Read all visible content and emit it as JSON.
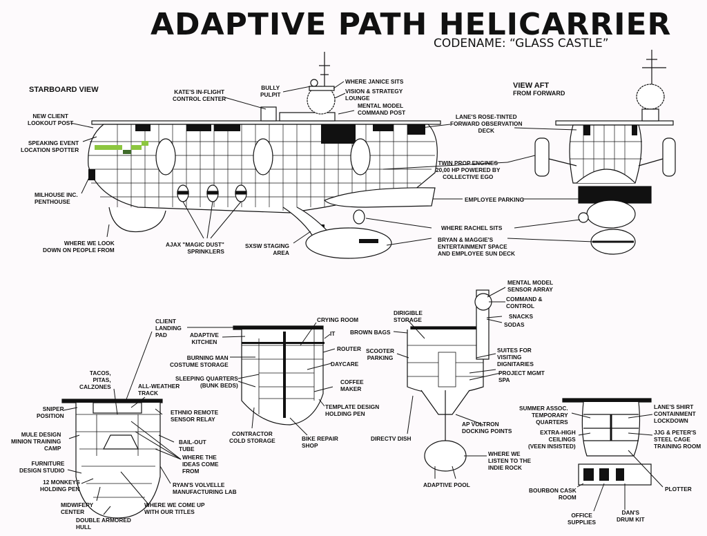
{
  "header": {
    "title": "ADAPTIVE PATH HELICARRIER",
    "codename": "CODENAME: “GLASS CASTLE”"
  },
  "colors": {
    "ink": "#111111",
    "paper": "#fdfafc",
    "highlight_light": "#8cc63f",
    "highlight_dark": "#3f6b2a"
  },
  "views": {
    "starboard": {
      "title": "STARBOARD VIEW",
      "labels": {
        "new_client_lookout": "NEW CLIENT\nLOOKOUT POST",
        "speaking_event": "SPEAKING EVENT\nLOCATION SPOTTER",
        "milhouse": "MILHOUSE INC.\nPENTHOUSE",
        "look_down": "WHERE WE LOOK\nDOWN ON PEOPLE FROM",
        "ajax": "AJAX \"MAGIC DUST\"\nSPRINKLERS",
        "sxsw": "SXSW STAGING\nAREA",
        "kates": "KATE'S IN-FLIGHT\nCONTROL CENTER",
        "bully": "BULLY\nPULPIT",
        "janice": "WHERE JANICE SITS",
        "vision": "VISION & STRATEGY\nLOUNGE",
        "mental_cmd": "MENTAL MODEL\nCOMMAND POST"
      }
    },
    "aft": {
      "title": "VIEW AFT",
      "subtitle": "FROM FORWARD",
      "labels": {
        "lanes_deck": "LANE'S ROSE-TINTED\nFORWARD OBSERVATION\nDECK",
        "twin_prop": "TWIN PROP ENGINES\n20,00 HP POWERED BY\nCOLLECTIVE EGO",
        "employee_parking": "EMPLOYEE PARKING",
        "rachel": "WHERE RACHEL SITS",
        "bryan_maggie": "BRYAN & MAGGIE'S\nENTERTAINMENT SPACE\nAND EMPLOYEE SUN DECK"
      }
    },
    "section_a": {
      "labels": {
        "client_landing": "CLIENT\nLANDING\nPAD",
        "tacos": "TACOS,\nPITAS,\nCALZONES",
        "all_weather": "ALL-WEATHER\nTRACK",
        "sniper": "SNIPER\nPOSITION",
        "ethnio": "ETHNIO REMOTE\nSENSOR RELAY",
        "mule": "MULE DESIGN\nMINION TRAINING\nCAMP",
        "bailout": "BAIL-OUT\nTUBE",
        "ideas": "WHERE THE\nIDEAS COME\nFROM",
        "furniture": "FURNITURE\nDESIGN STUDIO",
        "monkeys": "12 MONKEYS\nHOLDING PEN",
        "ryans": "RYAN'S VOLVELLE\nMANUFACTURING LAB",
        "midwifery": "MIDWIFERY\nCENTER",
        "titles": "WHERE WE COME UP\nWITH OUR TITLES",
        "hull": "DOUBLE ARMORED\nHULL"
      }
    },
    "section_b": {
      "labels": {
        "kitchen": "ADAPTIVE\nKITCHEN",
        "burning_man": "BURNING MAN\nCOSTUME STORAGE",
        "sleeping": "SLEEPING QUARTERS\n(BUNK BEDS)",
        "crying": "CRYING ROOM",
        "it": "IT",
        "router": "ROUTER",
        "daycare": "DAYCARE",
        "coffee": "COFFEE\nMAKER",
        "template": "TEMPLATE DESIGN\nHOLDING PEN",
        "contractor": "CONTRACTOR\nCOLD STORAGE",
        "bike": "BIKE REPAIR\nSHOP"
      }
    },
    "section_c": {
      "labels": {
        "sensor_array": "MENTAL MODEL\nSENSOR ARRAY",
        "command": "COMMAND &\nCONTROL",
        "snacks": "SNACKS",
        "sodas": "SODAS",
        "dirigible": "DIRIGIBLE\nSTORAGE",
        "brown_bags": "BROWN BAGS",
        "scooter": "SCOOTER\nPARKING",
        "suites": "SUITES FOR\nVISITING\nDIGNITARIES",
        "spa": "PROJECT MGMT\nSPA",
        "directv": "DIRECTV DISH",
        "voltron": "AP VOLTRON\nDOCKING POINTS",
        "indie": "WHERE WE\nLISTEN TO THE\nINDIE ROCK",
        "pool": "ADAPTIVE POOL"
      }
    },
    "section_d": {
      "labels": {
        "summer": "SUMMER ASSOC.\nTEMPORARY\nQUARTERS",
        "ceilings": "EXTRA-HIGH\nCEILINGS\n(VEEN INSISTED)",
        "shirt": "LANE'S SHIRT\nCONTAINMENT\nLOCKDOWN",
        "steel_cage": "JJG & PETER'S\nSTEEL CAGE\nTRAINING ROOM",
        "plotter": "PLOTTER",
        "bourbon": "BOURBON CASK\nROOM",
        "office": "OFFICE\nSUPPLIES",
        "drum": "DAN'S\nDRUM KIT"
      }
    }
  }
}
